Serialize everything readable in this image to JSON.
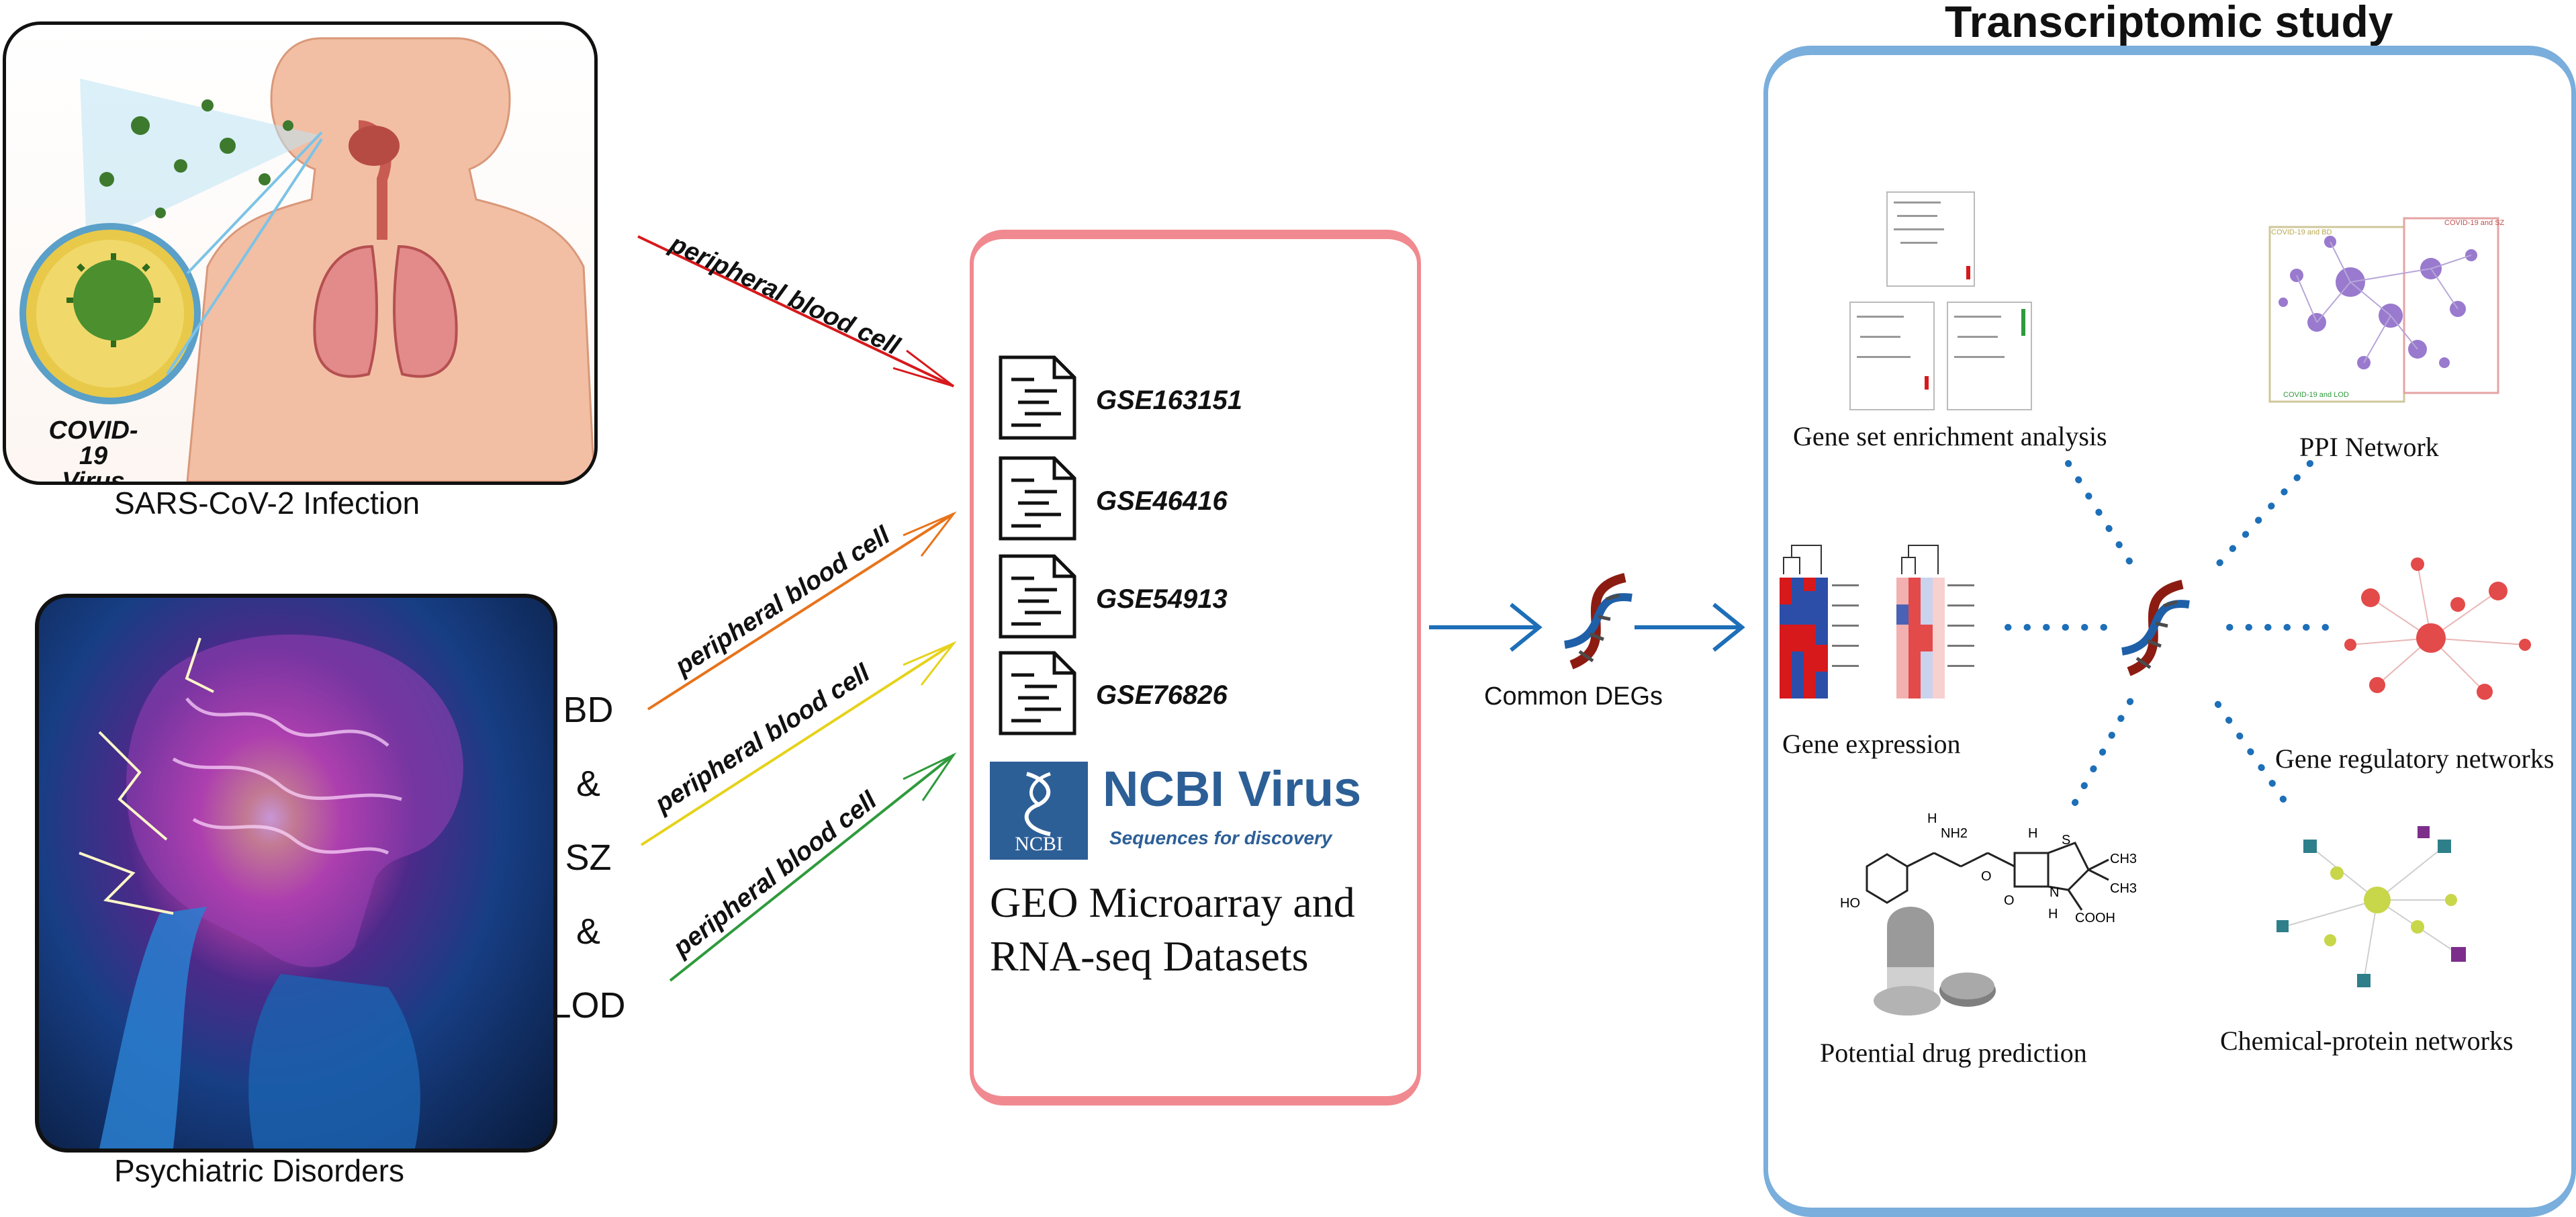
{
  "left": {
    "covid_panel": {
      "virus_label_line1": "COVID-19",
      "virus_label_line2": "Virus",
      "caption": "SARS-CoV-2 Infection"
    },
    "psych_panel": {
      "caption": "Psychiatric Disorders"
    },
    "disorders": [
      "BD",
      "&",
      "SZ",
      "&",
      "LOD"
    ]
  },
  "arrows": [
    {
      "label": "peripheral blood cell",
      "color": "#d7191c"
    },
    {
      "label": "peripheral blood cell",
      "color": "#e8731a"
    },
    {
      "label": "peripheral blood cell",
      "color": "#e6d21a"
    },
    {
      "label": "peripheral blood cell",
      "color": "#2f9a3c"
    }
  ],
  "datasets": {
    "items": [
      "GSE163151",
      "GSE46416",
      "GSE54913",
      "GSE76826"
    ],
    "ncbi_logo": "NCBI",
    "ncbi_title": "NCBI Virus",
    "ncbi_subtitle": "Sequences for discovery",
    "caption_line1": "GEO Microarray and",
    "caption_line2": "RNA-seq Datasets",
    "border_color": "#f08a90"
  },
  "middle": {
    "caption": "Common DEGs"
  },
  "study": {
    "title": "Transcriptomic study",
    "border_color": "#7aaedc",
    "modules": {
      "gsea": "Gene set enrichment analysis",
      "ppi": "PPI Network",
      "expression": "Gene expression",
      "regulatory": "Gene regulatory networks",
      "drug": "Potential drug prediction",
      "chemical": "Chemical-protein networks"
    },
    "ppi_labels": [
      "COVID-19 and BD",
      "COVID-19 and SZ",
      "COVID-19 and LOD"
    ],
    "drug_atoms": [
      "NH2",
      "H",
      "H",
      "S",
      "CH3",
      "CH3",
      "COOH",
      "HO",
      "O",
      "O",
      "N",
      "H"
    ]
  }
}
